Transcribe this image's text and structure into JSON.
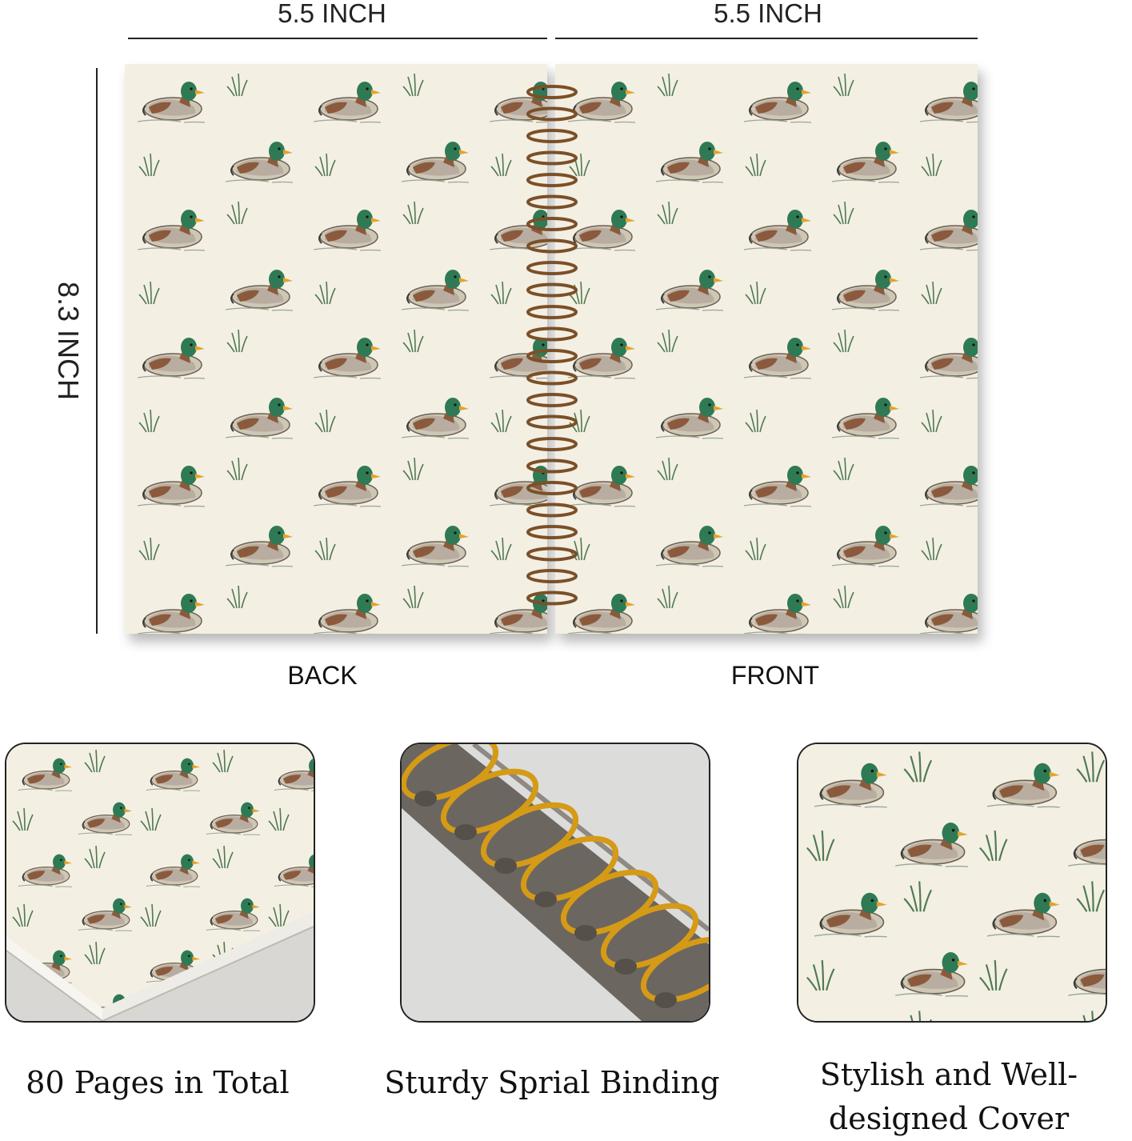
{
  "dimensions": {
    "width_back": "5.5 INCH",
    "width_front": "5.5 INCH",
    "height": "8.3 INCH"
  },
  "covers": {
    "back_label": "BACK",
    "front_label": "FRONT"
  },
  "features": [
    {
      "caption": "80 Pages in Total"
    },
    {
      "caption": "Sturdy Sprial Binding"
    },
    {
      "caption": "Stylish and Well-designed Cover"
    }
  ],
  "colors": {
    "paper": "#f4efe3",
    "duck_head": "#2e7a55",
    "duck_body": "#8b5a3c",
    "duck_grey": "#bdb6a8",
    "reed": "#4e7a52",
    "spiral": "#7a5028",
    "spiral_gold": "#d59a16"
  }
}
